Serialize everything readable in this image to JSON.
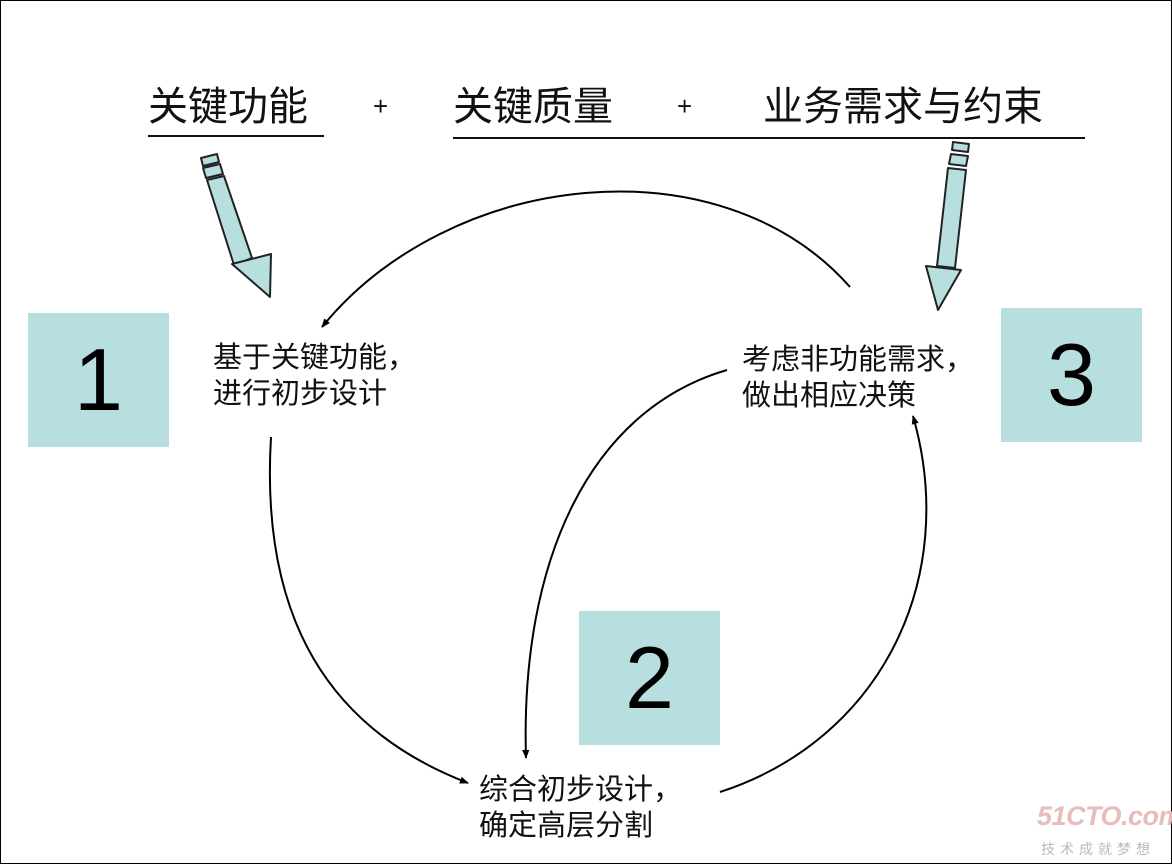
{
  "header": {
    "term1": "关键功能",
    "plus1": "+",
    "term2": "关键质量",
    "plus2": "+",
    "term3": "业务需求与约束"
  },
  "steps": [
    {
      "number": "1",
      "line1": "基于关键功能，",
      "line2": "进行初步设计"
    },
    {
      "number": "2",
      "line1": "综合初步设计，",
      "line2": "确定高层分割"
    },
    {
      "number": "3",
      "line1": "考虑非功能需求，",
      "line2": "做出相应决策"
    }
  ],
  "colors": {
    "box_fill": "#b8dfe0",
    "pencil_fill": "#b8dfe0",
    "line": "#000000",
    "text": "#111111"
  },
  "icons": [
    "pencil-arrow-icon",
    "curved-arrow"
  ],
  "watermark": {
    "logo": "51CTO.com",
    "tagline": "技术成就梦想"
  }
}
